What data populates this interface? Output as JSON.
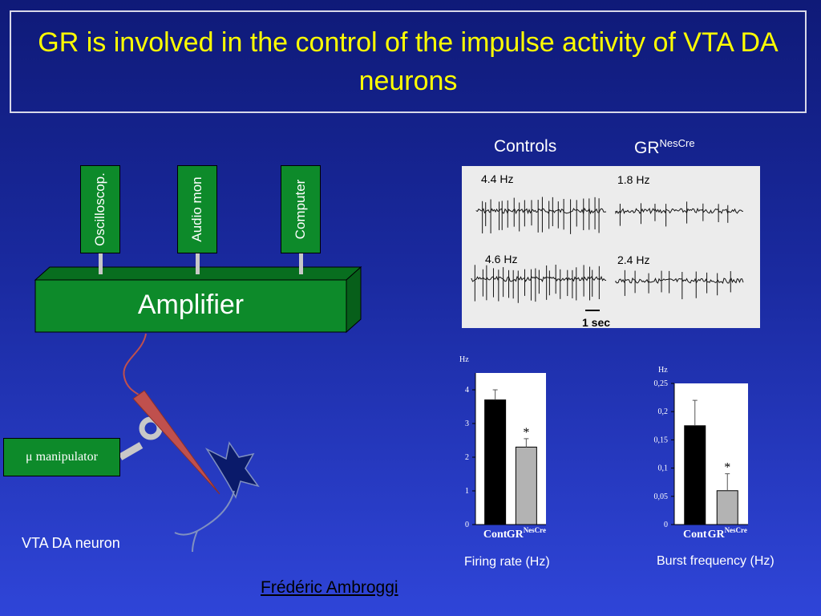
{
  "title": "GR is involved in the control of the impulse activity of VTA DA neurons",
  "traces": {
    "controls_heading": "Controls",
    "gr_heading": "GR",
    "gr_heading_sup": "NesCre",
    "rates": [
      "4.4 Hz",
      "1.8 Hz",
      "4.6 Hz",
      "2.4 Hz"
    ],
    "scale_label": "1 sec"
  },
  "setup": {
    "devices": [
      "Oscilloscop.",
      "Audio mon",
      "Computer"
    ],
    "amplifier": "Amplifier",
    "manipulator": "μ manipulator",
    "neuron_caption": "VTA DA neuron"
  },
  "author": "Frédéric Ambroggi",
  "colors": {
    "yellow_title": "#ffff00",
    "device_green": "#0d8a2a",
    "electrode": "#c0504d",
    "neuron": "#0a1a6a",
    "control_bar": "#000000",
    "gr_bar": "#b3b3b3"
  },
  "chart_data": [
    {
      "type": "bar",
      "title": "Firing rate (Hz)",
      "ylabel": "Hz",
      "categories": [
        "Cont",
        "GR"
      ],
      "category_sup": [
        "",
        "NesCre"
      ],
      "values": [
        3.7,
        2.3
      ],
      "errors": [
        0.3,
        0.25
      ],
      "ylim": [
        0,
        4.5
      ],
      "yticks": [
        "0",
        "1",
        "2",
        "3",
        "4"
      ],
      "ytick_values": [
        0,
        1,
        2,
        3,
        4
      ],
      "significance": [
        false,
        true
      ],
      "significance_mark": "*"
    },
    {
      "type": "bar",
      "title": "Burst frequency (Hz)",
      "ylabel": "Hz",
      "categories": [
        "Cont",
        "GR"
      ],
      "category_sup": [
        "",
        "NesCre"
      ],
      "values": [
        0.175,
        0.06
      ],
      "errors": [
        0.045,
        0.03
      ],
      "ylim": [
        0,
        0.25
      ],
      "yticks": [
        "0",
        "0,05",
        "0,1",
        "0,15",
        "0,2",
        "0,25"
      ],
      "ytick_values": [
        0,
        0.05,
        0.1,
        0.15,
        0.2,
        0.25
      ],
      "significance": [
        false,
        true
      ],
      "significance_mark": "*"
    }
  ]
}
